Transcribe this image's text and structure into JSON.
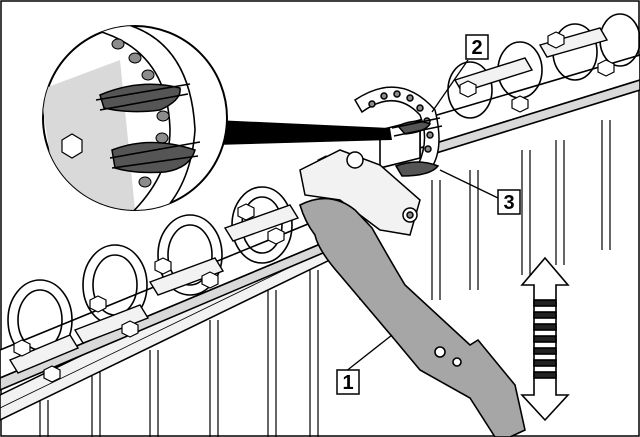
{
  "callouts": {
    "one": "1",
    "two": "2",
    "three": "3"
  },
  "icons": {
    "motion": "double-arrow-icon",
    "tool": "wrench-icon",
    "zoom": "magnifier-inset"
  },
  "colors": {
    "line": "#000000",
    "metal_light": "#f2f2f2",
    "metal_mid": "#d9d9d9",
    "metal_dark": "#8c8c8c",
    "tool": "#a6a6a6",
    "spring": "#555555",
    "inset_bg": "#d9d9d9"
  }
}
